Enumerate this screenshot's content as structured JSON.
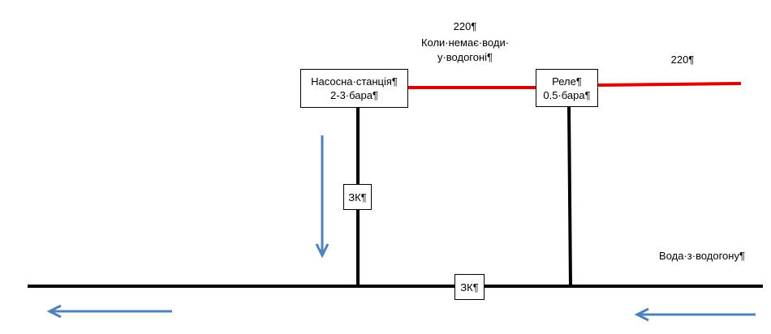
{
  "labels": {
    "voltage_top": "220¶",
    "note_line1": "Коли·немає·води·",
    "note_line2": "у·водогоні¶",
    "voltage_right": "220¶",
    "water_source": "Вода·з·водогону¶"
  },
  "pump_box": {
    "line1": "Насосна·станція¶",
    "line2": "2-3·бара¶"
  },
  "relay_box": {
    "line1": "Реле¶",
    "line2": "0.5·бара¶"
  },
  "valve_vertical": "ЗК¶",
  "valve_main": "ЗК¶",
  "colors": {
    "pipe": "#000000",
    "power_line": "#e00000",
    "flow_arrow": "#4f81bd"
  }
}
